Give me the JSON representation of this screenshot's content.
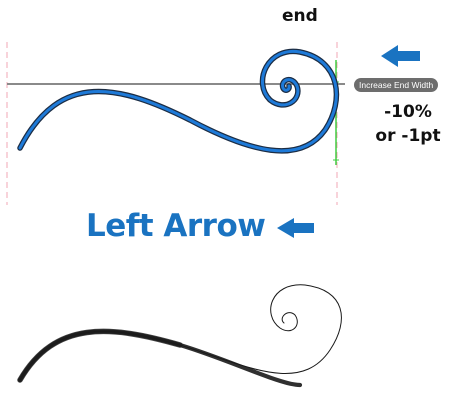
{
  "labels": {
    "end": "end",
    "badge": "Increase End Width",
    "change_line1": "-10%",
    "change_line2": "or -1pt",
    "shortcut_key": "Left Arrow"
  },
  "colors": {
    "accent_blue": "#1a73c1",
    "stroke_blue": "#1e7ad8",
    "guide_pink": "#f2a7b5",
    "guide_green": "#41cc41",
    "baseline_gray": "#8a8a8a",
    "badge_gray": "#6d6d6d"
  },
  "icons": {
    "top_arrow": "left-arrow-icon",
    "key_arrow": "left-arrow-icon"
  }
}
